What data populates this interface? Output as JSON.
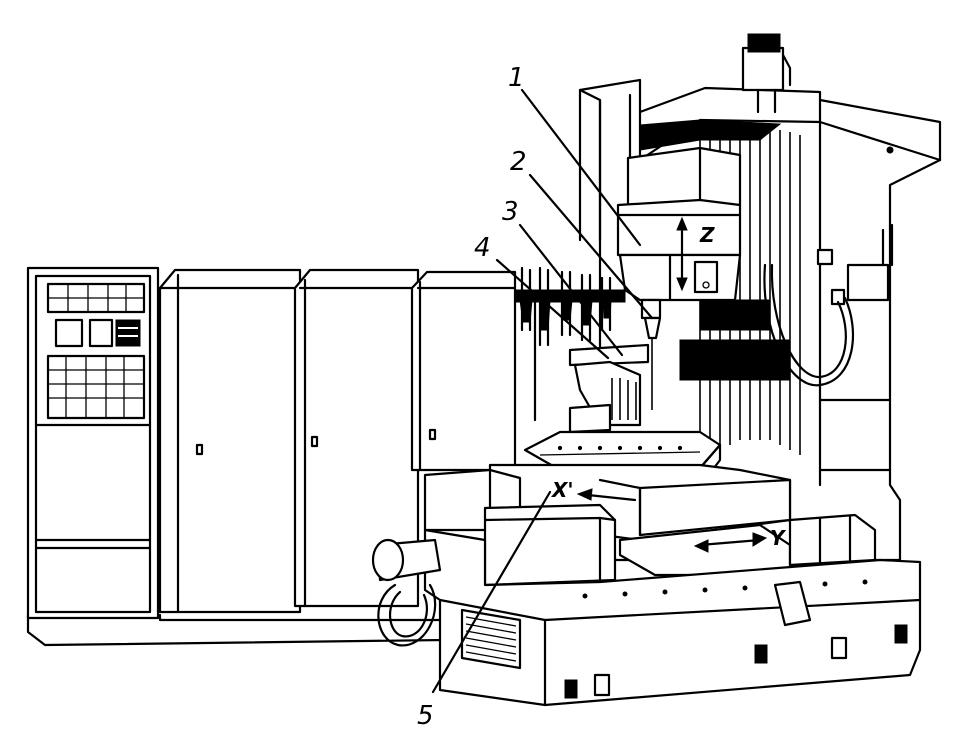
{
  "labels": [
    {
      "id": "1",
      "text": "1"
    },
    {
      "id": "2",
      "text": "2"
    },
    {
      "id": "3",
      "text": "3"
    },
    {
      "id": "4",
      "text": "4"
    },
    {
      "id": "5",
      "text": "5"
    }
  ],
  "axes": {
    "z": "Z",
    "y": "Y",
    "x": "X'"
  }
}
